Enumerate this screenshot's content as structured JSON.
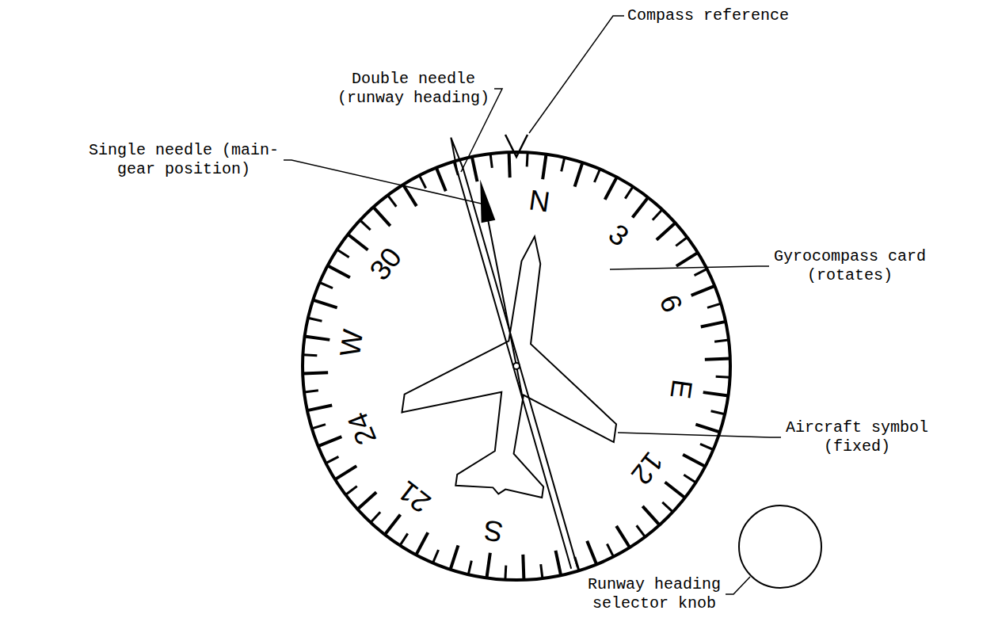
{
  "diagram": {
    "labels": [
      "Compass reference",
      "Double needle (runway heading)",
      "Single needle (main-gear position)",
      "Gyrocompass card (rotates)",
      "Aircraft symbol (fixed)",
      "Runway heading selector knob",
      "N",
      "3",
      "6",
      "E",
      "12",
      "S",
      "21",
      "24",
      "W",
      "30"
    ]
  }
}
